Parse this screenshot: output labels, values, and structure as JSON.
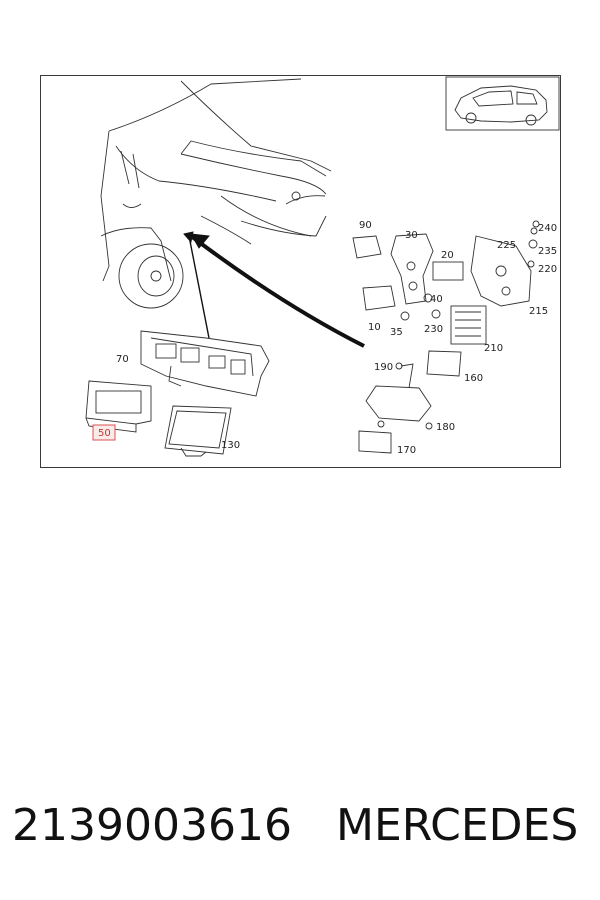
{
  "diagram": {
    "callouts": [
      {
        "id": "90",
        "text": "90"
      },
      {
        "id": "30",
        "text": "30"
      },
      {
        "id": "20",
        "text": "20"
      },
      {
        "id": "240",
        "text": "240"
      },
      {
        "id": "225",
        "text": "225"
      },
      {
        "id": "235",
        "text": "235"
      },
      {
        "id": "220",
        "text": "220"
      },
      {
        "id": "40",
        "text": "40"
      },
      {
        "id": "10",
        "text": "10"
      },
      {
        "id": "35",
        "text": "35"
      },
      {
        "id": "230",
        "text": "230"
      },
      {
        "id": "215",
        "text": "215"
      },
      {
        "id": "210",
        "text": "210"
      },
      {
        "id": "70",
        "text": "70"
      },
      {
        "id": "190",
        "text": "190"
      },
      {
        "id": "160",
        "text": "160"
      },
      {
        "id": "180",
        "text": "180"
      },
      {
        "id": "50",
        "text": "50",
        "highlighted": true
      },
      {
        "id": "130",
        "text": "130"
      },
      {
        "id": "170",
        "text": "170"
      }
    ],
    "highlight_color": "#d9534f"
  },
  "footer": {
    "part_number": "2139003616",
    "brand": "MERCEDES"
  }
}
